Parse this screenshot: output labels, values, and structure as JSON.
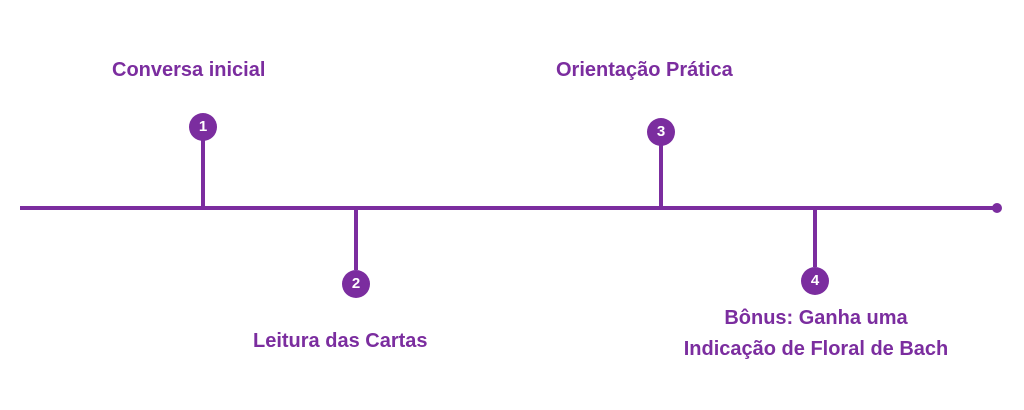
{
  "timeline": {
    "color": "#7b2d9f",
    "steps": [
      {
        "number": "1",
        "label": "Conversa inicial"
      },
      {
        "number": "2",
        "label": "Leitura das Cartas"
      },
      {
        "number": "3",
        "label": "Orientação Prática"
      },
      {
        "number": "4",
        "label_line1": "Bônus: Ganha uma",
        "label_line2": "Indicação de Floral de Bach"
      }
    ]
  }
}
